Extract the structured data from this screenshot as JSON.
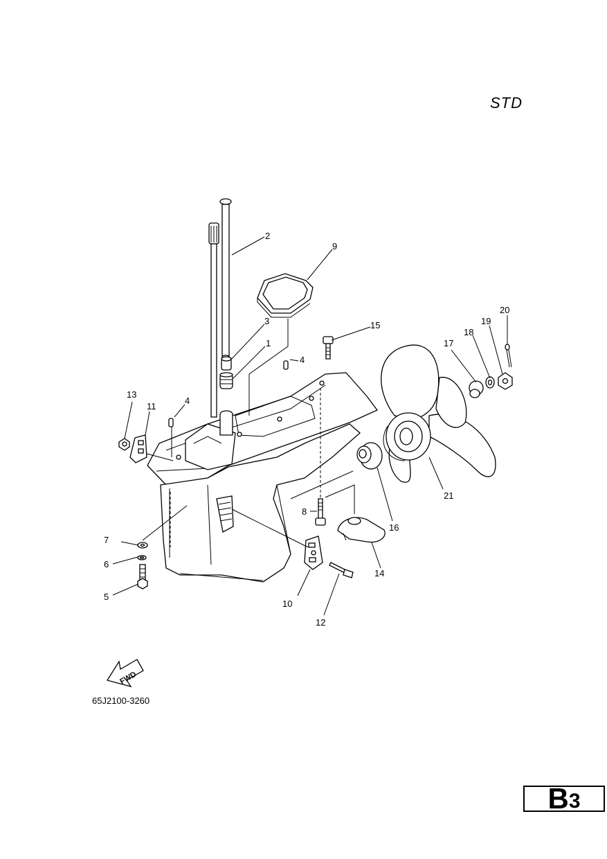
{
  "header": {
    "variant": "STD"
  },
  "footer": {
    "part_number": "65J2100-3260",
    "section_letter": "B",
    "section_number": "3"
  },
  "fwd_label": "FWD",
  "callouts": [
    {
      "id": "c1",
      "label": "1"
    },
    {
      "id": "c2",
      "label": "2"
    },
    {
      "id": "c3",
      "label": "3"
    },
    {
      "id": "c4a",
      "label": "4"
    },
    {
      "id": "c4b",
      "label": "4"
    },
    {
      "id": "c5",
      "label": "5"
    },
    {
      "id": "c6",
      "label": "6"
    },
    {
      "id": "c7",
      "label": "7"
    },
    {
      "id": "c8",
      "label": "8"
    },
    {
      "id": "c9",
      "label": "9"
    },
    {
      "id": "c10",
      "label": "10"
    },
    {
      "id": "c11",
      "label": "11"
    },
    {
      "id": "c12",
      "label": "12"
    },
    {
      "id": "c13",
      "label": "13"
    },
    {
      "id": "c14",
      "label": "14"
    },
    {
      "id": "c15",
      "label": "15"
    },
    {
      "id": "c16",
      "label": "16"
    },
    {
      "id": "c17",
      "label": "17"
    },
    {
      "id": "c18",
      "label": "18"
    },
    {
      "id": "c19",
      "label": "19"
    },
    {
      "id": "c20",
      "label": "20"
    },
    {
      "id": "c21",
      "label": "21"
    }
  ]
}
